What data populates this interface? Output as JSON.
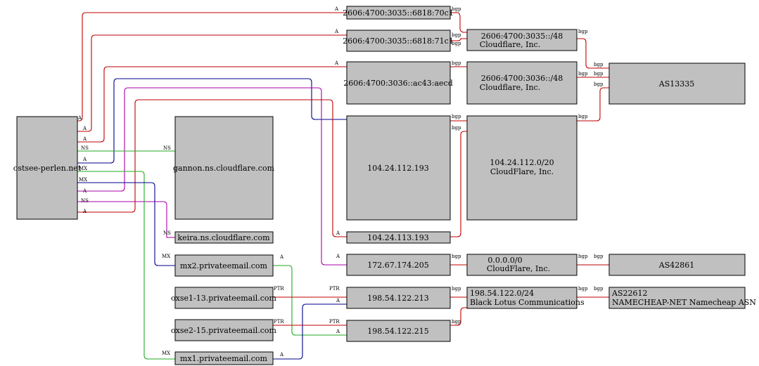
{
  "colors": {
    "A": "#c00000",
    "NS": "#22aa22",
    "MX": "#00008b",
    "PTR": "#c00000",
    "bgp": "#c00000",
    "purple_edge": "#aa00aa",
    "node_fill": "#c0c0c0"
  },
  "nodes": {
    "domain": {
      "label": "ostsee-perlen.net"
    },
    "gannon": {
      "label": "gannon.ns.cloudflare.com"
    },
    "keira": {
      "label": "keira.ns.cloudflare.com"
    },
    "mx2": {
      "label": "mx2.privateemail.com"
    },
    "oxse1": {
      "label": "oxse1-13.privateemail.com"
    },
    "oxse2": {
      "label": "oxse2-15.privateemail.com"
    },
    "mx1": {
      "label": "mx1.privateemail.com"
    },
    "ip6a": {
      "label": "2606:4700:3035::6818:70c1"
    },
    "ip6b": {
      "label": "2606:4700:3035::6818:71c1"
    },
    "ip6c": {
      "label": "2606:4700:3036::ac43:aecd"
    },
    "ip112": {
      "label": "104.24.112.193"
    },
    "ip113": {
      "label": "104.24.113.193"
    },
    "ip172": {
      "label": "172.67.174.205"
    },
    "ip213": {
      "label": "198.54.122.213"
    },
    "ip215": {
      "label": "198.54.122.215"
    },
    "pfx3035": {
      "line1": "2606:4700:3035::/48",
      "line2": "Cloudflare, Inc."
    },
    "pfx3036": {
      "line1": "2606:4700:3036::/48",
      "line2": "Cloudflare, Inc."
    },
    "pfx104": {
      "line1": "104.24.112.0/20",
      "line2": "CloudFlare, Inc."
    },
    "pfx0": {
      "line1": "0.0.0.0/0",
      "line2": "CloudFlare, Inc."
    },
    "pfx198": {
      "line1": "198.54.122.0/24",
      "line2": "Black Lotus Communications"
    },
    "as13335": {
      "label": "AS13335"
    },
    "as42861": {
      "label": "AS42861"
    },
    "as22612": {
      "line1": "AS22612",
      "line2": "NAMECHEAP-NET Namecheap ASN"
    }
  },
  "edge_labels": {
    "A": "A",
    "NS": "NS",
    "MX": "MX",
    "PTR": "PTR",
    "bgp": "bgp"
  }
}
